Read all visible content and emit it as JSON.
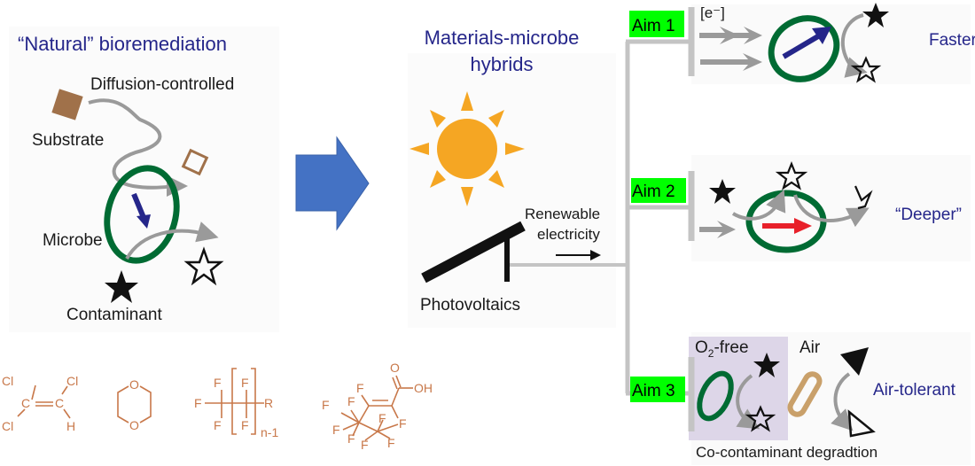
{
  "left_panel": {
    "title": "“Natural” bioremediation",
    "diffusion_label": "Diffusion-controlled",
    "substrate_label": "Substrate",
    "microbe_label": "Microbe",
    "contaminant_label": "Contaminant"
  },
  "chemicals": {
    "tce": {
      "atoms": [
        "Cl",
        "Cl",
        "C",
        "C",
        "Cl",
        "H"
      ]
    },
    "dioxane": {
      "atoms": [
        "O",
        "O"
      ]
    },
    "pfas": {
      "atoms": [
        "F",
        "F",
        "F",
        "F",
        "F",
        "R"
      ],
      "subscript": "n-1"
    },
    "fluoro_acid": {
      "atoms": [
        "O",
        "OH",
        "F",
        "F",
        "F",
        "F",
        "F",
        "F",
        "F",
        "F",
        "F"
      ]
    }
  },
  "center_panel": {
    "title_line1": "Materials-microbe",
    "title_line2": "hybrids",
    "renewable_line1": "Renewable",
    "renewable_line2": "electricity",
    "photovoltaics_label": "Photovoltaics"
  },
  "aims": [
    {
      "label": "Aim 1",
      "outcome": "Faster",
      "electron_label": "[e⁻]"
    },
    {
      "label": "Aim 2",
      "outcome": "“Deeper”"
    },
    {
      "label": "Aim 3",
      "outcome": "Air-tolerant",
      "o2_label": "O",
      "o2_sub": "2",
      "o2_suffix": "-free",
      "air_label": "Air",
      "caption": "Co-contaminant degradtion"
    }
  ],
  "colors": {
    "title_blue": "#25268a",
    "aim_highlight": "#00ff00",
    "microbe_green": "#006b33",
    "arrow_blue": "#4472c4",
    "sun_orange": "#f5a623",
    "substrate_brown": "#a0714a",
    "chem_orange": "#c8784a",
    "aim3_box": "#ddd6e8",
    "air_microbe": "#c9a06a",
    "red_arrow": "#e8202a"
  }
}
